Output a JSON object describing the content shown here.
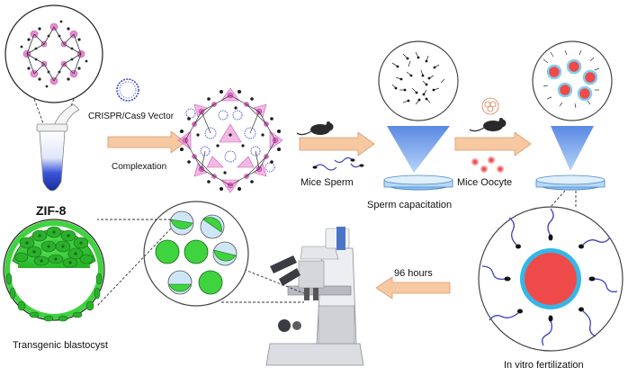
{
  "labels": {
    "zif8": "ZIF-8",
    "vector": "CRISPR/Cas9 Vector",
    "complexation": "Complexation",
    "mice_sperm": "Mice Sperm",
    "sperm_capacitation": "Sperm capacitation",
    "mice_oocyte": "Mice Oocyte",
    "in_vitro_fertilization": "In vitro fertilization",
    "hours": "96 hours",
    "transgenic_blastocyst": "Transgenic blastocyst"
  },
  "colors": {
    "arrow_fill": "#f7c9a3",
    "arrow_stroke": "#d99a6a",
    "pink": "#e68ad0",
    "blue_dna": "#3a3fc0",
    "tube_blue": "#2f4bd0",
    "dish_blue": "#8fc3f2",
    "cone_blue": "#5b8fe6",
    "oocyte_red": "#ef4a4a",
    "zona_blue": "#7fd0f0",
    "embryo_green": "#3fd33f",
    "embryo_dark": "#136b13"
  }
}
